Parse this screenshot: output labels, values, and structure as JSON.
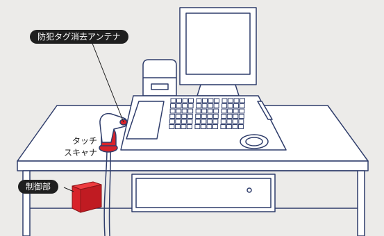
{
  "labels": {
    "antenna": "防犯タグ消去アンテナ",
    "scanner_line1": "タッチ",
    "scanner_line2": "スキャナ",
    "controller": "制御部"
  },
  "colors": {
    "background": "#ecebe9",
    "outline": "#2f3d6b",
    "fill": "#ffffff",
    "accent_red": "#d8232a",
    "label_bg": "#1f1f1f"
  },
  "icons": [
    "pos-terminal-icon",
    "touch-scanner-icon",
    "control-unit-icon",
    "antenna-icon"
  ]
}
